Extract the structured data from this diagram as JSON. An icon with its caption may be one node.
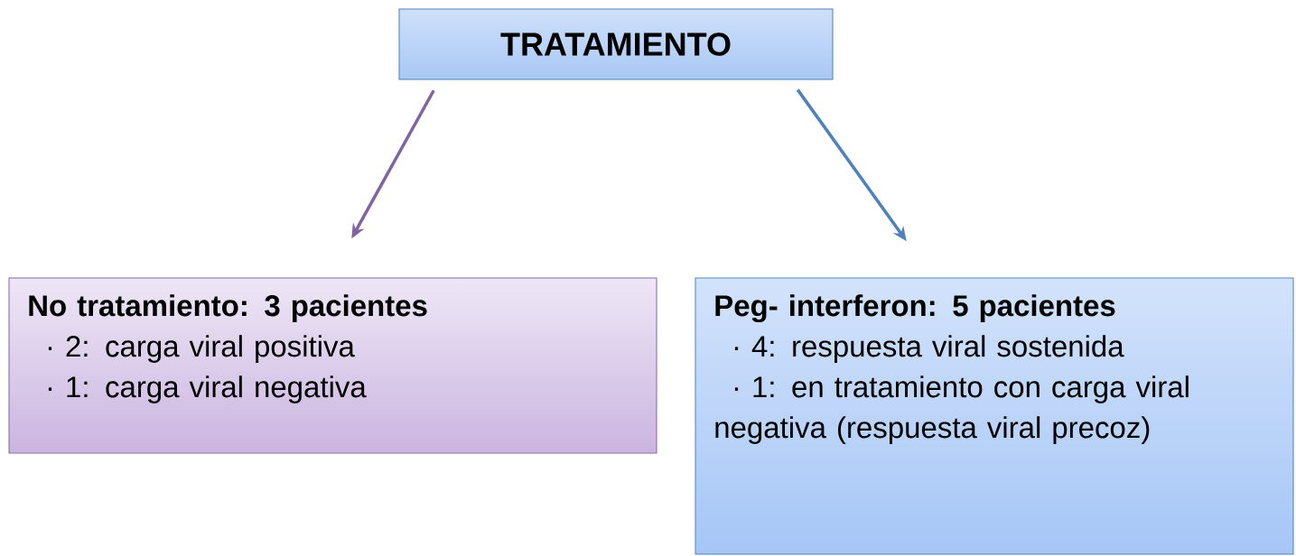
{
  "diagram": {
    "nodes": [
      {
        "text": [
          "TRATAMIENTO"
        ]
      },
      {
        "text": [
          "No tratamiento: 3 pacientes",
          "· 2: carga viral positiva",
          "· 1: carga viral negativa"
        ]
      },
      {
        "text": [
          "Peg- interferon: 5 pacientes",
          "· 4: respuesta viral sostenida",
          "· 1: en tratamiento con carga viral negativa (respuesta viral precoz)"
        ]
      }
    ],
    "edges": [
      {
        "from": 0,
        "to": 1,
        "arrow": "to",
        "color": "#8064a2"
      },
      {
        "from": 0,
        "to": 2,
        "arrow": "to",
        "color": "#4f81bd"
      }
    ]
  }
}
